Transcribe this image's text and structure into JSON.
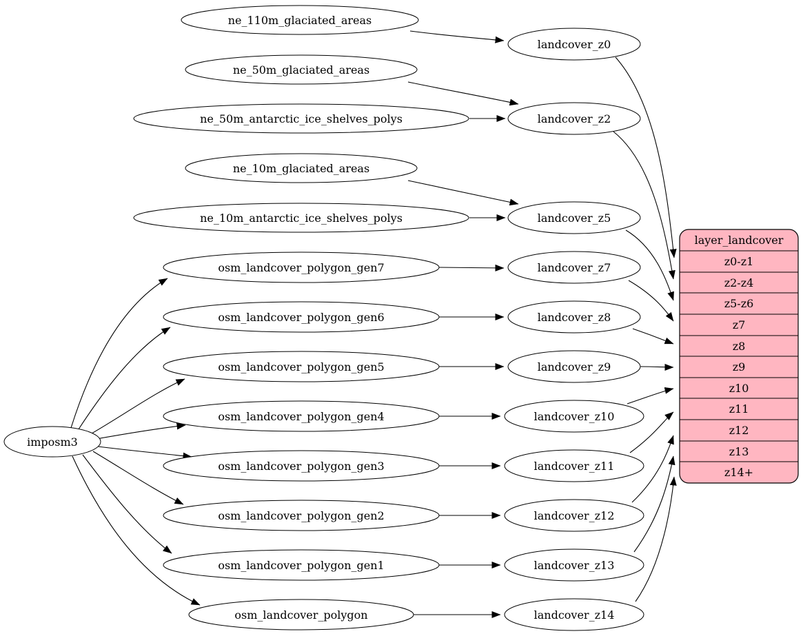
{
  "diagram": {
    "type": "flow-graph",
    "background": "#ffffff",
    "edge_color": "#000000",
    "node_fill": "#ffffff",
    "node_stroke": "#000000",
    "nodes": {
      "imposm3": "imposm3",
      "ne_110m_glaciated_areas": "ne_110m_glaciated_areas",
      "ne_50m_glaciated_areas": "ne_50m_glaciated_areas",
      "ne_50m_antarctic_ice_shelves_polys": "ne_50m_antarctic_ice_shelves_polys",
      "ne_10m_glaciated_areas": "ne_10m_glaciated_areas",
      "ne_10m_antarctic_ice_shelves_polys": "ne_10m_antarctic_ice_shelves_polys",
      "osm_landcover_polygon_gen7": "osm_landcover_polygon_gen7",
      "osm_landcover_polygon_gen6": "osm_landcover_polygon_gen6",
      "osm_landcover_polygon_gen5": "osm_landcover_polygon_gen5",
      "osm_landcover_polygon_gen4": "osm_landcover_polygon_gen4",
      "osm_landcover_polygon_gen3": "osm_landcover_polygon_gen3",
      "osm_landcover_polygon_gen2": "osm_landcover_polygon_gen2",
      "osm_landcover_polygon_gen1": "osm_landcover_polygon_gen1",
      "osm_landcover_polygon": "osm_landcover_polygon",
      "landcover_z0": "landcover_z0",
      "landcover_z2": "landcover_z2",
      "landcover_z5": "landcover_z5",
      "landcover_z7": "landcover_z7",
      "landcover_z8": "landcover_z8",
      "landcover_z9": "landcover_z9",
      "landcover_z10": "landcover_z10",
      "landcover_z11": "landcover_z11",
      "landcover_z12": "landcover_z12",
      "landcover_z13": "landcover_z13",
      "landcover_z14": "landcover_z14"
    },
    "table": {
      "title": "layer_landcover",
      "fill": "#ffb6c1",
      "rows": [
        "z0-z1",
        "z2-z4",
        "z5-z6",
        "z7",
        "z8",
        "z9",
        "z10",
        "z11",
        "z12",
        "z13",
        "z14+"
      ]
    },
    "edges": [
      [
        "ne_110m_glaciated_areas",
        "landcover_z0"
      ],
      [
        "ne_50m_glaciated_areas",
        "landcover_z2"
      ],
      [
        "ne_50m_antarctic_ice_shelves_polys",
        "landcover_z2"
      ],
      [
        "ne_10m_glaciated_areas",
        "landcover_z5"
      ],
      [
        "ne_10m_antarctic_ice_shelves_polys",
        "landcover_z5"
      ],
      [
        "imposm3",
        "osm_landcover_polygon_gen7"
      ],
      [
        "imposm3",
        "osm_landcover_polygon_gen6"
      ],
      [
        "imposm3",
        "osm_landcover_polygon_gen5"
      ],
      [
        "imposm3",
        "osm_landcover_polygon_gen4"
      ],
      [
        "imposm3",
        "osm_landcover_polygon_gen3"
      ],
      [
        "imposm3",
        "osm_landcover_polygon_gen2"
      ],
      [
        "imposm3",
        "osm_landcover_polygon_gen1"
      ],
      [
        "imposm3",
        "osm_landcover_polygon"
      ],
      [
        "osm_landcover_polygon_gen7",
        "landcover_z7"
      ],
      [
        "osm_landcover_polygon_gen6",
        "landcover_z8"
      ],
      [
        "osm_landcover_polygon_gen5",
        "landcover_z9"
      ],
      [
        "osm_landcover_polygon_gen4",
        "landcover_z10"
      ],
      [
        "osm_landcover_polygon_gen3",
        "landcover_z11"
      ],
      [
        "osm_landcover_polygon_gen2",
        "landcover_z12"
      ],
      [
        "osm_landcover_polygon_gen1",
        "landcover_z13"
      ],
      [
        "osm_landcover_polygon",
        "landcover_z14"
      ],
      [
        "landcover_z0",
        "layer_landcover:z0-z1"
      ],
      [
        "landcover_z2",
        "layer_landcover:z2-z4"
      ],
      [
        "landcover_z5",
        "layer_landcover:z5-z6"
      ],
      [
        "landcover_z7",
        "layer_landcover:z7"
      ],
      [
        "landcover_z8",
        "layer_landcover:z8"
      ],
      [
        "landcover_z9",
        "layer_landcover:z9"
      ],
      [
        "landcover_z10",
        "layer_landcover:z10"
      ],
      [
        "landcover_z11",
        "layer_landcover:z11"
      ],
      [
        "landcover_z12",
        "layer_landcover:z12"
      ],
      [
        "landcover_z13",
        "layer_landcover:z13"
      ],
      [
        "landcover_z14",
        "layer_landcover:z14+"
      ]
    ]
  }
}
